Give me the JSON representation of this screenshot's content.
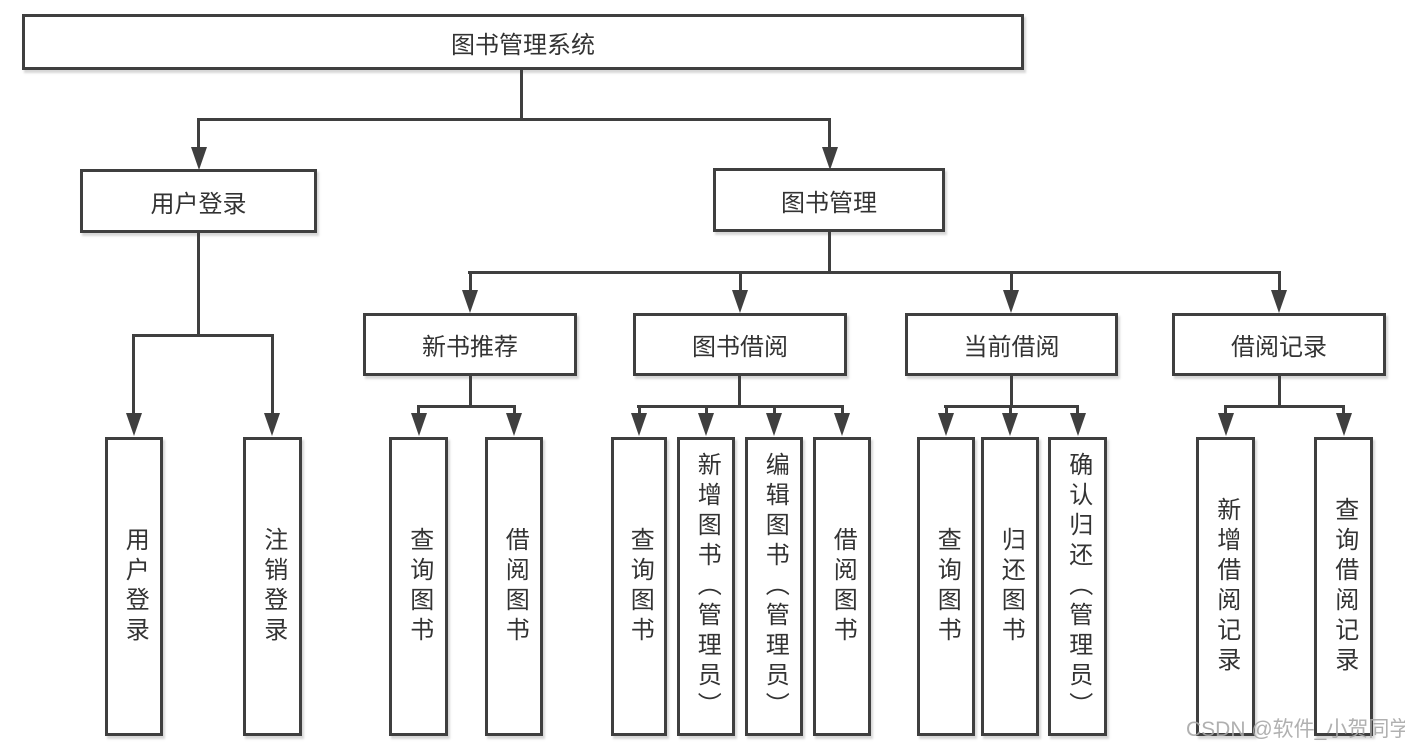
{
  "nodes": {
    "root": "图书管理系统",
    "user_login": "用户登录",
    "book_mgmt": "图书管理",
    "modules": [
      "新书推荐",
      "图书借阅",
      "当前借阅",
      "借阅记录"
    ],
    "user_login_children": [
      "用户登录",
      "注销登录"
    ],
    "new_book_children": [
      "查询图书",
      "借阅图书"
    ],
    "borrow_children": [
      "查询图书",
      "新增图书（管理员）",
      "编辑图书（管理员）",
      "借阅图书"
    ],
    "current_children": [
      "查询图书",
      "归还图书",
      "确认归还（管理员）"
    ],
    "record_children": [
      "新增借阅记录",
      "查询借阅记录"
    ]
  },
  "watermark": "CSDN @软件_小贺同学",
  "colors": {
    "line": "#3f3f3f",
    "text": "#333333",
    "watermark": "#a8a8a8",
    "background": "#ffffff"
  }
}
